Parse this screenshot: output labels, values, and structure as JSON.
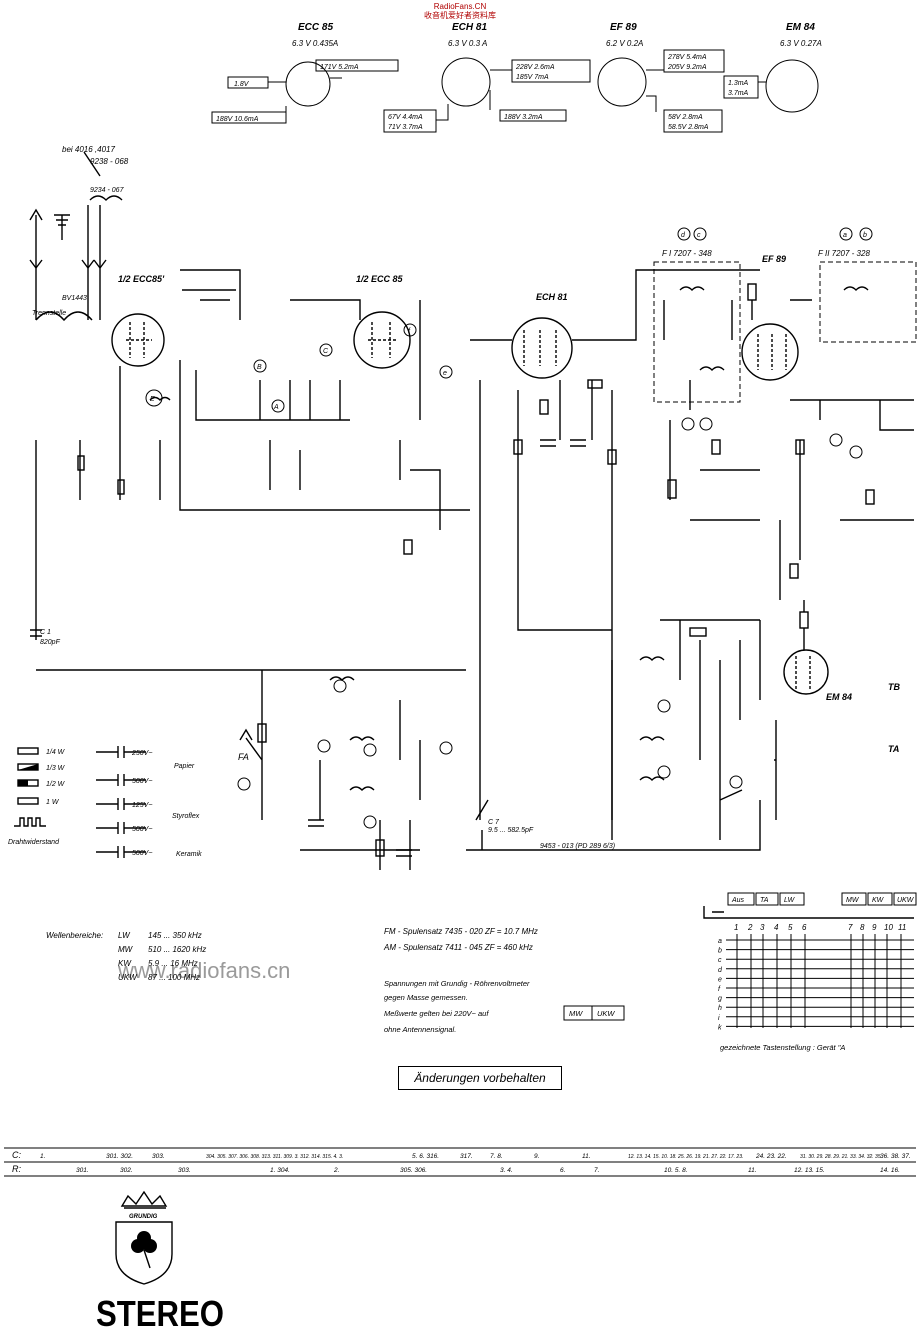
{
  "header": {
    "site": "RadioFans.CN",
    "tagline": "收音机爱好者资料库"
  },
  "tubes": [
    {
      "name": "ECC 85",
      "rating": "6.3 V 0.435A",
      "readings": [
        "171V 5.2mA",
        "1.8V",
        "188V 10.6mA"
      ]
    },
    {
      "name": "ECH 81",
      "rating": "6.3 V 0.3 A",
      "readings": [
        "228V 2.6mA",
        "185V 7mA",
        "67V 4.4mA",
        "71V 3.7mA",
        "188V 3.2mA"
      ]
    },
    {
      "name": "EF 89",
      "rating": "6.2 V 0.2A",
      "readings": [
        "278V 5.4mA",
        "205V 9.2mA",
        "58V 2.8mA",
        "58.5V 2.8mA"
      ]
    },
    {
      "name": "EM 84",
      "rating": "6.3 V 0.27A",
      "readings": [
        "1.3mA",
        "3.7mA"
      ]
    }
  ],
  "variant_note": {
    "line1": "bei 4016 ,4017",
    "line2": "9238 - 068"
  },
  "labels": {
    "trennstelle": "Trennstelle",
    "bv1443": "BV1443",
    "ecc85a": "1/2 ECC85'",
    "ecc85b": "1/2 ECC 85",
    "ech81": "ECH 81",
    "ef89": "EF 89",
    "em84": "EM 84",
    "fi1": "F I 7207 - 348",
    "fi2": "F II 7207 - 328",
    "fa": "FA",
    "tb": "TB",
    "ta": "TA",
    "c1": "C 1",
    "c1v": "820pF",
    "c7": "C 7",
    "c7v": "9.5 ... 582.5pF",
    "dashed_ref": "9453 - 013 (PD 289 6/3)"
  },
  "legend": {
    "resistors": [
      "1/4 W",
      "1/3 W",
      "1/2 W",
      "1 W",
      "Drahtwiderstand"
    ],
    "capacitors": [
      {
        "value": "250V~",
        "group": "Papier"
      },
      {
        "value": "500V~",
        "group": ""
      },
      {
        "value": "125V~",
        "group": "Styroflex"
      },
      {
        "value": "500V~",
        "group": ""
      },
      {
        "value": "500V~",
        "group": "Keramik"
      }
    ]
  },
  "bands": {
    "title": "Wellenbereiche:",
    "rows": [
      {
        "band": "LW",
        "range": "145 ... 350 kHz"
      },
      {
        "band": "MW",
        "range": "510 ... 1620 kHz"
      },
      {
        "band": "KW",
        "range": "5.9 ... 16 MHz"
      },
      {
        "band": "UKW",
        "range": "87 ... 100 MHz"
      }
    ]
  },
  "coils": [
    {
      "text": "FM - Spulensatz  7435 - 020   ZF = 10.7 MHz"
    },
    {
      "text": "AM - Spulensatz  7411 - 045   ZF = 460 kHz"
    }
  ],
  "notes": {
    "line1": "Spannungen mit Grundig - Röhrenvoltmeter",
    "line2": "gegen Masse gemessen.",
    "line3": "Meßwerte gelten bei 220V~ auf",
    "box1": "MW",
    "box2": "UKW",
    "line4": "ohne Antennensignal."
  },
  "switch": {
    "keys": [
      "Aus",
      "TA",
      "LW",
      "MW",
      "KW",
      "UKW"
    ],
    "contacts": [
      "1",
      "2",
      "3",
      "4",
      "5",
      "6",
      "7",
      "8",
      "9",
      "10",
      "11"
    ],
    "rows": [
      "a",
      "b",
      "c",
      "d",
      "e",
      "f",
      "g",
      "h",
      "i",
      "k"
    ],
    "caption": "gezeichnete Tastenstellung : Gerät \"A"
  },
  "notice": "Änderungen vorbehalten",
  "index": {
    "c_label": "C:",
    "r_label": "R:",
    "c_items": [
      "1.",
      "301. 302.",
      "303.",
      "304. 305. 307. 306. 308. 313. 311. 309. 3. 312. 314. 315. 4. 3.",
      "5. 6. 316.",
      "317.",
      "7. 8.",
      "9.",
      "11.",
      "12. 13. 14. 15. 10. 18. 25. 26. 19. 21. 27. 22. 17. 23.",
      "24. 23. 22.",
      "31. 30. 29. 28. 29. 21. 33. 34. 32. 35.",
      "36. 38. 37."
    ],
    "r_items": [
      "301.",
      "302.",
      "303.",
      "1. 304.",
      "2.",
      "305. 306.",
      "3. 4.",
      "6.",
      "7.",
      "10. 5. 8.",
      "11.",
      "12. 13. 15.",
      "14. 16."
    ]
  },
  "brand": {
    "badge": "GRUNDIG",
    "logo": "STEREO"
  },
  "watermark": "www.radiofans.cn"
}
